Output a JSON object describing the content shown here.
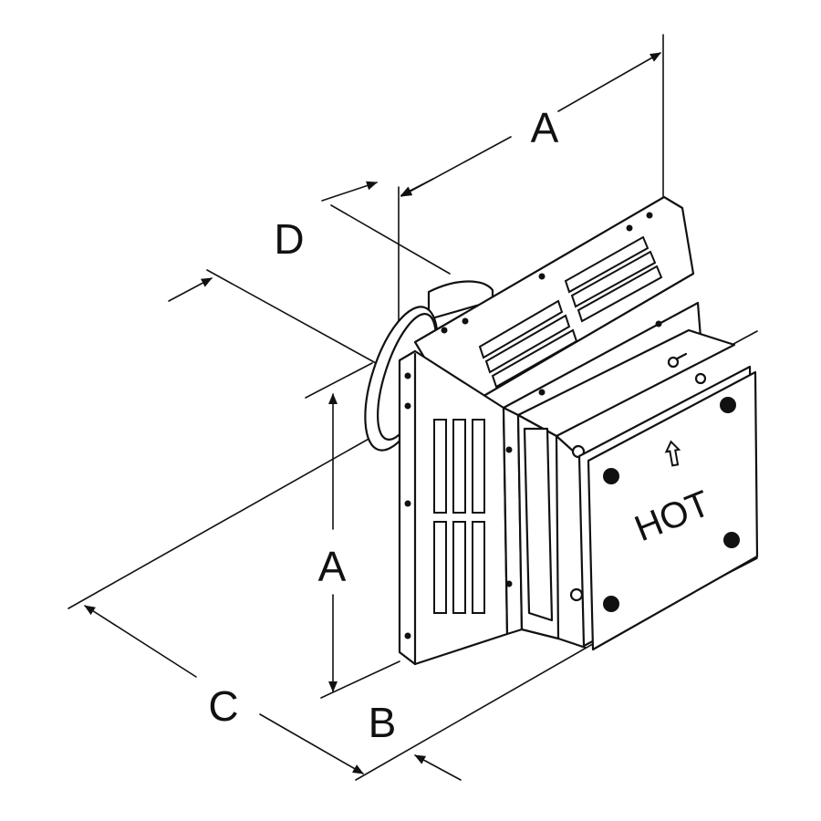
{
  "labels": {
    "dim_a_top": "A",
    "dim_d": "D",
    "dim_a_left": "A",
    "dim_c": "C",
    "dim_b": "B",
    "plate_text": "HOT"
  },
  "icons": {
    "plate_arrow": "up-arrow-icon"
  },
  "colors": {
    "line": "#111111",
    "background": "#ffffff"
  }
}
